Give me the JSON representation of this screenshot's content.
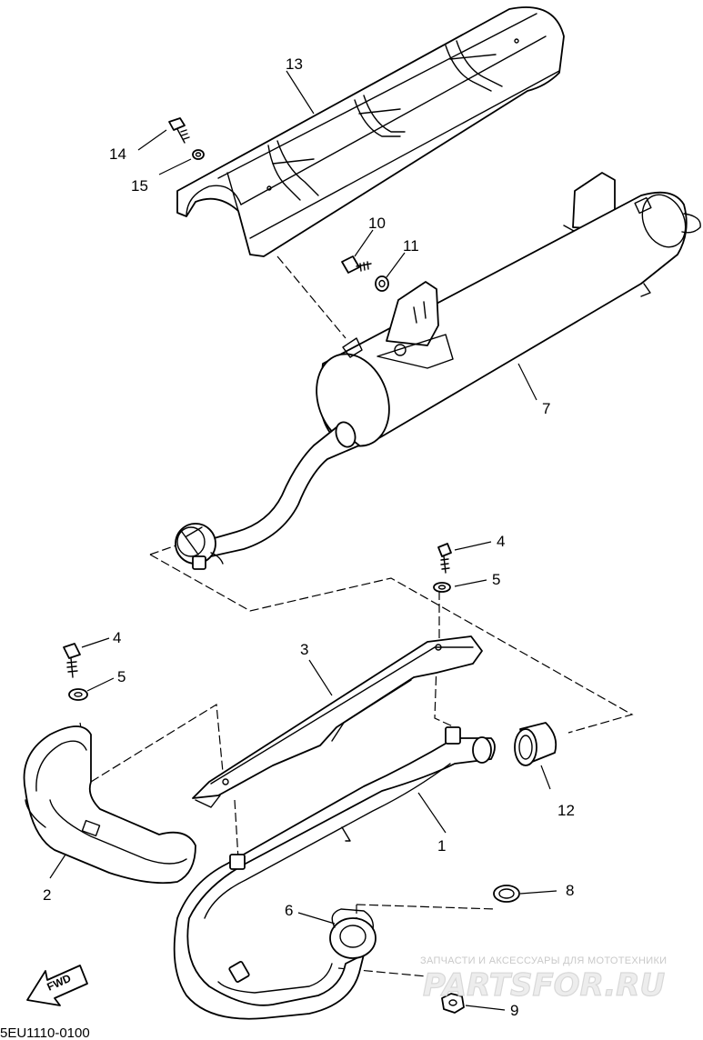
{
  "diagram": {
    "callouts": {
      "c1": "1",
      "c2": "2",
      "c3": "3",
      "c4a": "4",
      "c4b": "4",
      "c5a": "5",
      "c5b": "5",
      "c6": "6",
      "c7": "7",
      "c8": "8",
      "c9": "9",
      "c10": "10",
      "c11": "11",
      "c12": "12",
      "c13": "13",
      "c14": "14",
      "c15": "15"
    },
    "fwd_label": "FWD",
    "drawing_code": "5EU1110-0100"
  },
  "watermark": {
    "tagline": "ЗАПЧАСТИ И АКСЕССУАРЫ ДЛЯ МОТОТЕХНИКИ",
    "logo_text": "PARTSFOR.RU"
  }
}
